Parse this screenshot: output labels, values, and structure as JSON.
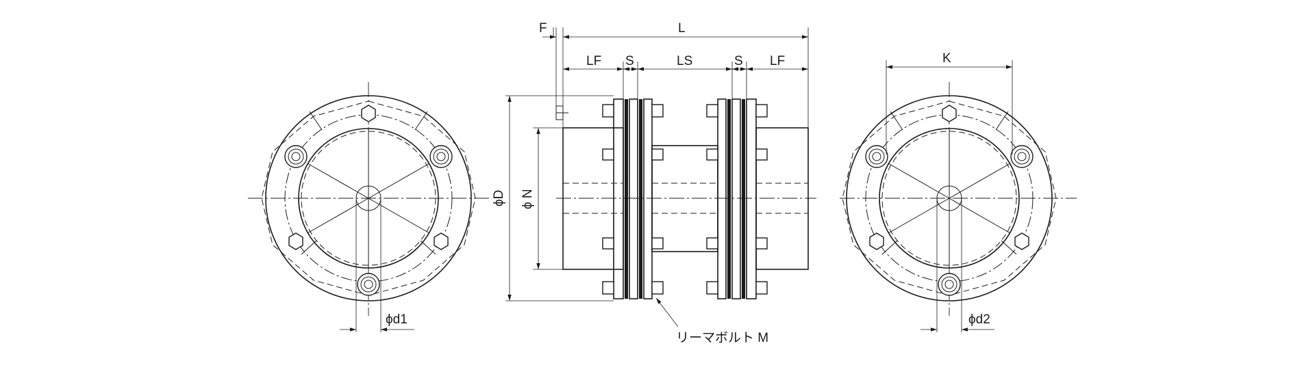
{
  "labels": {
    "f": "F",
    "l": "L",
    "lf_left": "LF",
    "s_left": "S",
    "ls": "LS",
    "s_right": "S",
    "lf_right": "LF",
    "k": "K",
    "phi_d": "ϕD",
    "phi_n": "ϕ N",
    "phi_d1": "ϕd1",
    "phi_d2": "ϕd2",
    "bolt": "リーマボルト M"
  }
}
